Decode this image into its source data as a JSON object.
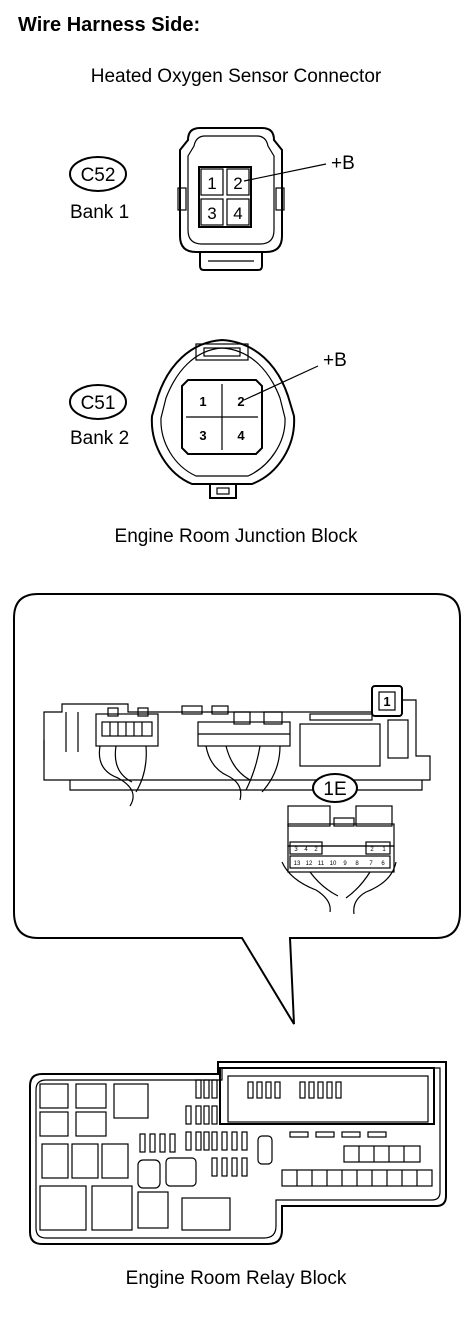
{
  "heading": "Wire Harness Side:",
  "subtitles": {
    "connector": "Heated Oxygen Sensor Connector",
    "junction": "Engine Room Junction Block",
    "relay": "Engine Room Relay Block"
  },
  "connector_c52": {
    "code": "C52",
    "bank": "Bank 1",
    "pins": [
      "1",
      "2",
      "3",
      "4"
    ],
    "terminal_label": "+B"
  },
  "connector_c51": {
    "code": "C51",
    "bank": "Bank 2",
    "pins": [
      "1",
      "2",
      "3",
      "4"
    ],
    "terminal_label": "+B"
  },
  "junction_block": {
    "connector_code": "1E",
    "small_tag": "1",
    "pins_top_left": [
      "3",
      "4",
      "2"
    ],
    "pins_top_right": [
      "2",
      "1"
    ],
    "pins_bottom": [
      "13",
      "12",
      "11",
      "10",
      "9",
      "8",
      "7",
      "6"
    ]
  }
}
